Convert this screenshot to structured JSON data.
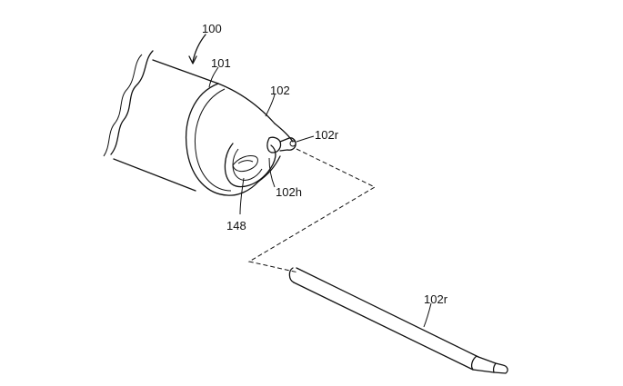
{
  "labels": {
    "device": "100",
    "body": "101",
    "cap": "102",
    "rod_top": "102r",
    "hole": "102h",
    "inner": "148",
    "rod_bottom": "102r"
  }
}
